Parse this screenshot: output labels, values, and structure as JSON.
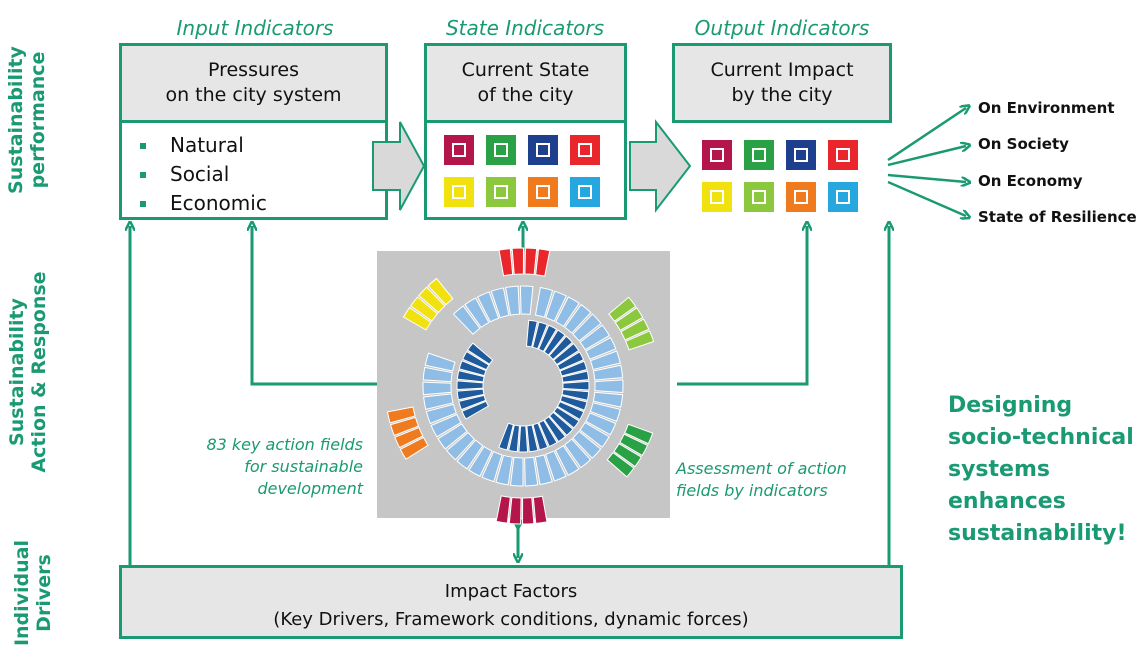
{
  "side_labels": {
    "top": [
      "Sustainability",
      "performance"
    ],
    "middle": [
      "Sustainability",
      "Action & Response"
    ],
    "bottom": [
      "Individual",
      "Drivers"
    ]
  },
  "columns": {
    "input": {
      "heading": "Input Indicators",
      "box_line1": "Pressures",
      "box_line2": "on the city system"
    },
    "state": {
      "heading": "State Indicators",
      "box_line1": "Current State",
      "box_line2": "of the city"
    },
    "output": {
      "heading": "Output Indicators",
      "box_line1": "Current Impact",
      "box_line2": "by the city"
    }
  },
  "pressures": [
    "Natural",
    "Social",
    "Economic"
  ],
  "tile_colors": [
    "#b4164b",
    "#2aa145",
    "#1d3f8e",
    "#e8262b",
    "#f1e20f",
    "#8cc83e",
    "#f07a1e",
    "#26a7df"
  ],
  "tile_icons": [
    "building-icon",
    "car-icon",
    "gears-icon",
    "speech-bubbles-icon",
    "power-pylon-icon",
    "faucet-icon",
    "house-hands-icon",
    "people-network-icon"
  ],
  "outputs": [
    "On Environment",
    "On Society",
    "On Economy",
    "State of Resilience"
  ],
  "notes": {
    "left": [
      "83 key action fields",
      "for sustainable",
      "development"
    ],
    "right": [
      "Assessment of action",
      "fields by indicators"
    ]
  },
  "slogan": [
    "Designing",
    "socio-technical",
    "systems",
    "enhances",
    "sustainability!"
  ],
  "impact": {
    "line1": "Impact Factors",
    "line2": "(Key Drivers, Framework conditions, dynamic forces)"
  },
  "colors": {
    "accent": "#1a9a72",
    "box_fill": "#e6e6e6",
    "wheel_bg": "#c6c6c6",
    "light_blue": "#8fbde6",
    "dark_blue": "#1f5b9c"
  }
}
